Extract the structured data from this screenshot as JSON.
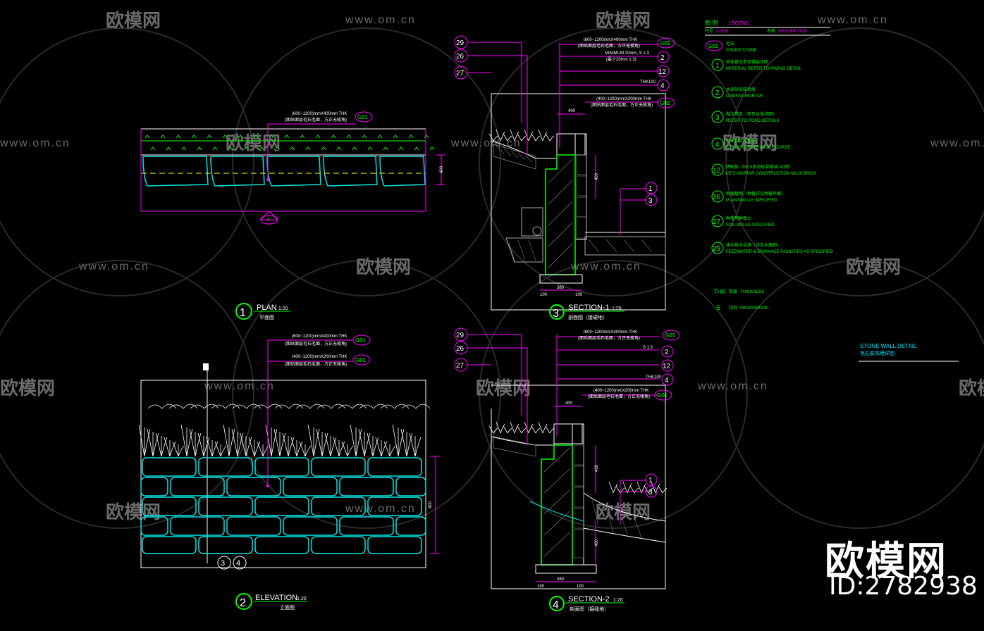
{
  "watermark": {
    "brand_text": "欧模网",
    "site_text": "www.om.cn",
    "id_text": "ID:2782938"
  },
  "colors": {
    "background": "#000000",
    "stone": "#00e5e5",
    "leader": "#ff00ff",
    "text_note": "#ffffff",
    "text_legend": "#00ff00",
    "wall_outline": "#00ff00",
    "watermark": "#707070"
  },
  "legend": {
    "header_cn": "图 例",
    "header_en": "LEGEND",
    "col1_cn": "代号",
    "col1_en": "CODE",
    "col2_cn": "名称",
    "col2_en": "DESCRIPTION",
    "items": [
      {
        "code": "G01",
        "cn": "毛石",
        "en": "CRUDE STONE"
      },
      {
        "code": "1",
        "cn": "具体做法参见铺装详图",
        "en": "MATERIAL REFER TO PAVING DETAIL"
      },
      {
        "code": "2",
        "cn": "水泥砂浆结合层",
        "en": "CEMENT MORTAR"
      },
      {
        "code": "3",
        "cn": "做法参见（参见水池详图）",
        "en": "REFER TO POND DETAILS"
      },
      {
        "code": "4",
        "cn": "C15混凝土垫层",
        "en": "C15 CONCRETE BASE COURSE"
      },
      {
        "code": "12",
        "cn": "砖砌体（M7.5水泥砂浆砌MU10砖）",
        "en": "M7.5 MORTAR CONSTRUCTION MU10 BRICK"
      },
      {
        "code": "26",
        "cn": "种植植物（种植详见种植平面）",
        "en": "PLANTING AS SPECIFIED"
      },
      {
        "code": "27",
        "cn": "种植用种植土",
        "en": "SOIL MIX AS SPECIFIED"
      },
      {
        "code": "29",
        "cn": "排水排水设施（详见水施图）",
        "en": "FEEDWATER & DRAINAGE FACILITIES AS SPECIFIED"
      }
    ],
    "thk": {
      "code": "THK",
      "cn": "厚度",
      "en": "THICKNESS"
    },
    "prop": {
      "code": "S",
      "cn": "比例",
      "en": "PROPORTION"
    }
  },
  "sheet_title": {
    "en": "STONE WALL DETAIL",
    "cn": "毛石装饰墙详图"
  },
  "views": {
    "plan": {
      "num": "1",
      "title": "PLAN",
      "scale": "1:20",
      "cn": "平面图"
    },
    "elevation": {
      "num": "2",
      "title": "ELEVATION",
      "scale": "1:20",
      "cn": "立面图"
    },
    "section1": {
      "num": "3",
      "title": "SECTION-1",
      "scale": "1:20",
      "cn": "剖面图（接硬地）"
    },
    "section2": {
      "num": "4",
      "title": "SECTION-2",
      "scale": "1:20",
      "cn": "剖面图（接绿地）"
    }
  },
  "notes": {
    "plan_note": "(600~1200)mmX400mm  THK",
    "plan_note2": "(面贴面层毛石毛面，方正无棱角)",
    "elev_note1": "(600~1200)mmX400mm  THK",
    "elev_note1b": "(面贴面层毛石毛面，方正无棱角)",
    "elev_note2": "(400~1200)mmX200mm  THK",
    "elev_note2b": "(面贴面层毛石毛面，方正无棱角)",
    "s1_note1": "t600~1200mmX400mm  THK",
    "s1_note1b": "(面贴面层毛石毛面，方正无棱角)",
    "s1_note2": "MINIMUM  20mm, S 1:3",
    "s1_note2b": "(最少20mm 1:3)",
    "s1_note3": "THK100",
    "s1_note4": "(400~1200)mmX200mm  THK",
    "s1_note4b": "(面贴面层毛石毛面，方正无棱角)",
    "s2_note1": "t600~1200mmX400mm  THK",
    "s2_note1b": "(面贴面层毛石毛面，方正无棱角)",
    "s2_note2": "S 1:3",
    "s2_note3": "THK100",
    "s2_note4": "(400~1200)mmX200mm  THK",
    "s2_note4b": "(面贴面层毛石毛面，方正无棱角)",
    "dim_400": "400",
    "dim_100": "100",
    "dim_380": "380",
    "dim_800": "800",
    "plan_marker": "2"
  },
  "tags": {
    "g01": "G01",
    "c29": "29",
    "c26": "26",
    "c27": "27",
    "c1": "1",
    "c2": "2",
    "c3": "3",
    "c4": "4",
    "c12": "12"
  }
}
